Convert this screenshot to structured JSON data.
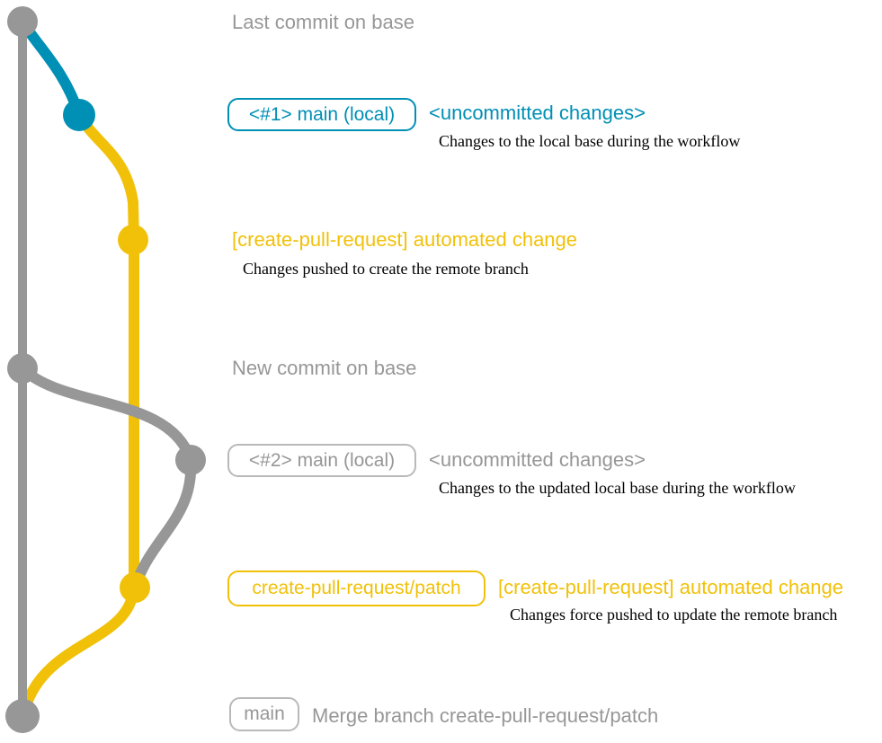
{
  "colors": {
    "gray": "#979797",
    "blue": "#008fb5",
    "yellow": "#f1c109",
    "annotation_text": "#000000",
    "background": "#ffffff"
  },
  "graph": {
    "branches": [
      "base (gray)",
      "main local (blue)",
      "create-pull-request/patch (yellow)"
    ],
    "commit_count": 7
  },
  "rows": [
    {
      "message": "Last commit on base",
      "color": "gray"
    },
    {
      "branch_label": "<#1> main (local)",
      "message": "<uncommitted changes>",
      "annotation": "Changes to the local base during the workflow",
      "color": "blue"
    },
    {
      "message": "[create-pull-request] automated change",
      "annotation": "Changes pushed to create the remote branch",
      "color": "yellow"
    },
    {
      "message": "New commit on base",
      "color": "gray"
    },
    {
      "branch_label": "<#2> main (local)",
      "message": "<uncommitted changes>",
      "annotation": "Changes to the updated local base during the workflow",
      "color": "gray"
    },
    {
      "branch_label": "create-pull-request/patch",
      "message": "[create-pull-request] automated change",
      "annotation": "Changes force pushed to update the remote branch",
      "color": "yellow"
    },
    {
      "branch_label": "main",
      "message": "Merge branch create-pull-request/patch",
      "color": "gray"
    }
  ]
}
